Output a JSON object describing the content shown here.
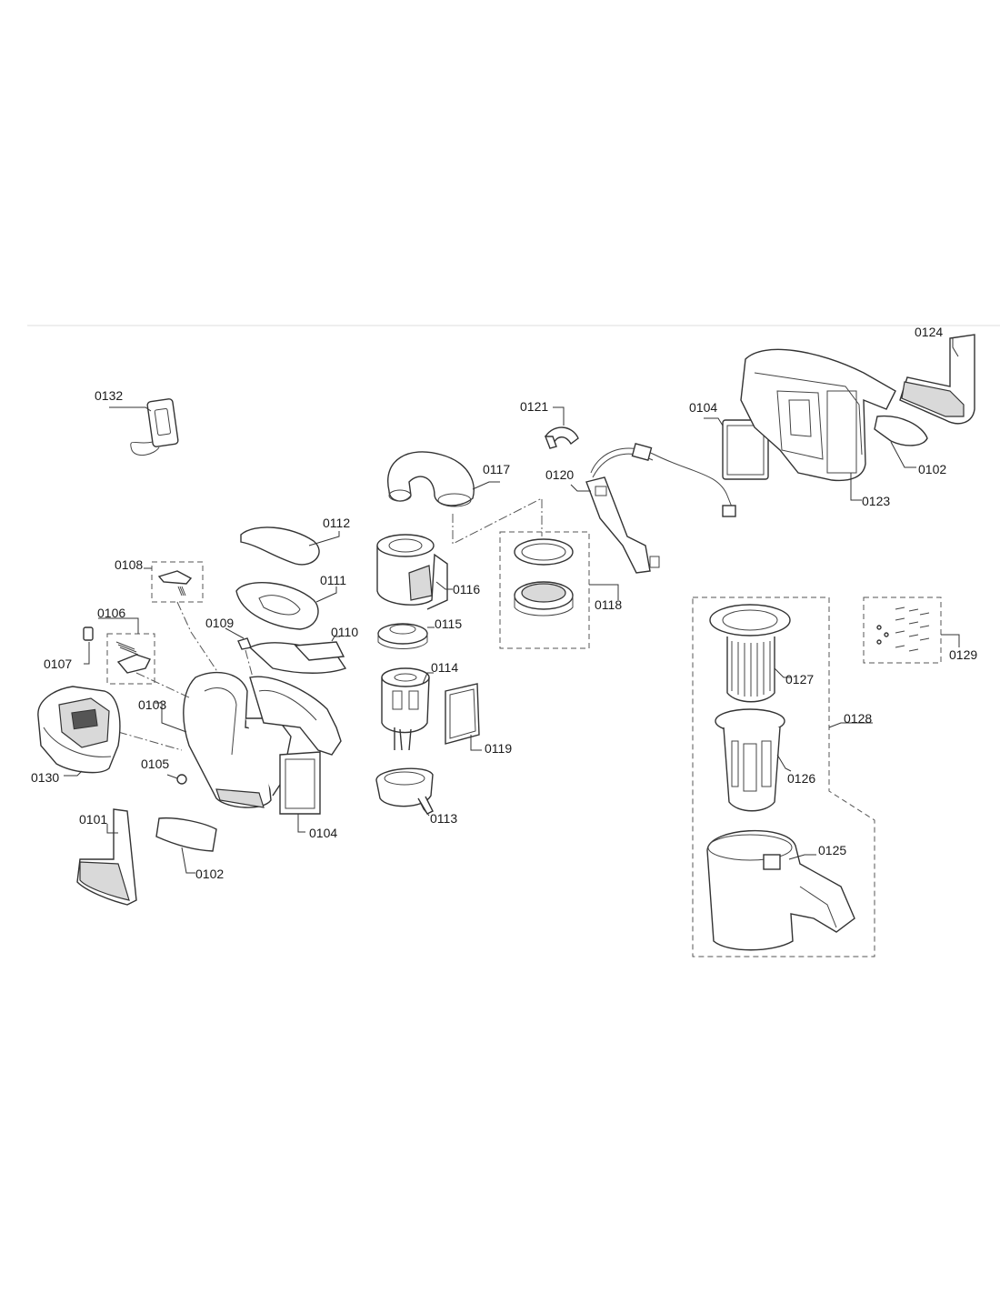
{
  "labels": {
    "p0132": "0132",
    "p0121": "0121",
    "p0124": "0124",
    "p0104a": "0104",
    "p0117": "0117",
    "p0120": "0120",
    "p0102a": "0102",
    "p0123": "0123",
    "p0112": "0112",
    "p0108": "0108",
    "p0111": "0111",
    "p0116": "0116",
    "p0118": "0118",
    "p0106": "0106",
    "p0109": "0109",
    "p0115": "0115",
    "p0110": "0110",
    "p0107": "0107",
    "p0114": "0114",
    "p0127": "0127",
    "p0129": "0129",
    "p0103": "0103",
    "p0128": "0128",
    "p0119": "0119",
    "p0105": "0105",
    "p0130": "0130",
    "p0126": "0126",
    "p0104b": "0104",
    "p0113": "0113",
    "p0101": "0101",
    "p0125": "0125",
    "p0102b": "0102"
  }
}
